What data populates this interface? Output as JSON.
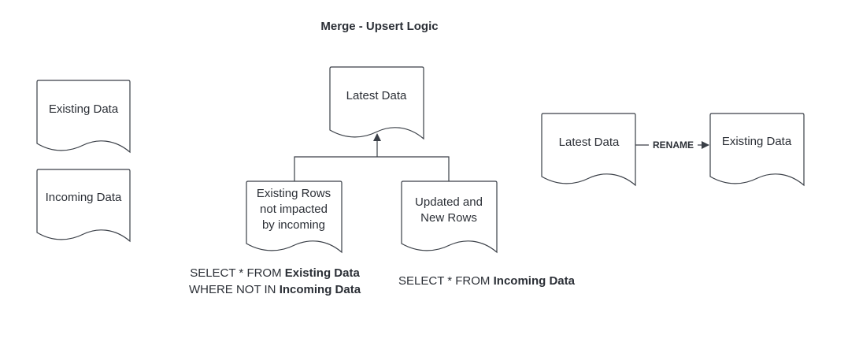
{
  "title": "Merge - Upsert Logic",
  "nodes": {
    "existing_data_left": "Existing Data",
    "incoming_data_left": "Incoming Data",
    "latest_data_center": "Latest Data",
    "existing_rows": [
      "Existing Rows",
      "not impacted",
      "by incoming"
    ],
    "updated_new_rows": [
      "Updated and",
      "New Rows"
    ],
    "latest_data_right": "Latest Data",
    "existing_data_right": "Existing Data"
  },
  "edges": {
    "rename_label": "RENAME"
  },
  "queries": {
    "left": {
      "line1_plain": "SELECT * FROM ",
      "line1_bold": "Existing Data",
      "line2_plain": "WHERE NOT IN ",
      "line2_bold": "Incoming Data"
    },
    "right": {
      "line1_plain": "SELECT * FROM ",
      "line1_bold": "Incoming Data"
    }
  }
}
